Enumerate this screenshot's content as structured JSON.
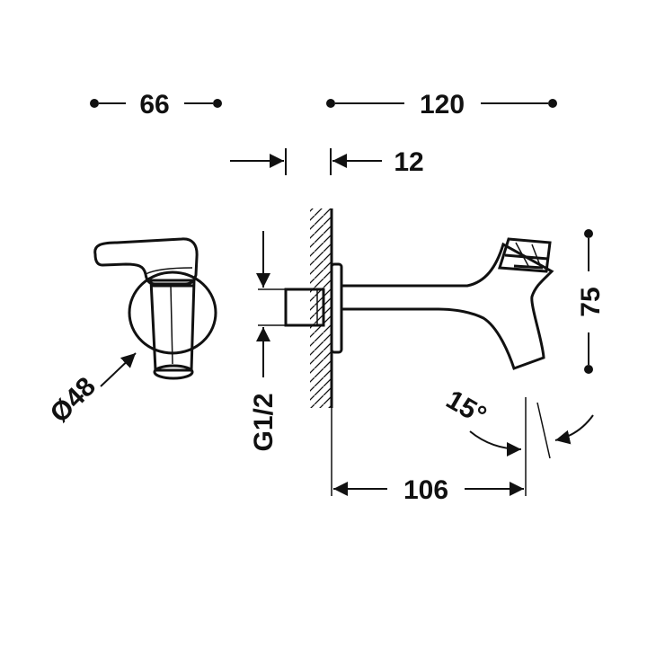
{
  "dimensions": {
    "width_front": "66",
    "width_side": "120",
    "wall_offset": "12",
    "diameter": "Ø48",
    "thread": "G1/2",
    "height": "75",
    "angle": "15°",
    "spout_reach": "106"
  },
  "colors": {
    "line": "#111111",
    "background": "#ffffff"
  }
}
